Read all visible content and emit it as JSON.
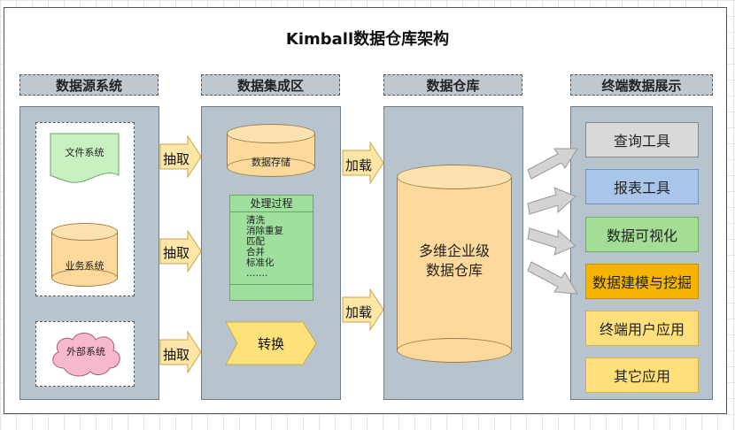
{
  "title": "Kimball数据仓库架构",
  "headers": [
    "数据源系统",
    "数据集成区",
    "数据仓库",
    "终端数据展示"
  ],
  "sources": {
    "file": "文件系统",
    "business": "业务系统",
    "external": "外部系统"
  },
  "extract_label": "抽取",
  "storage_label": "数据存储",
  "process": {
    "title": "处理过程",
    "items": [
      "清洗",
      "消除重复",
      "匹配",
      "合并",
      "标准化",
      "……."
    ]
  },
  "transform_label": "转换",
  "load_label": "加载",
  "warehouse": {
    "line1": "多维企业级",
    "line2": "数据仓库"
  },
  "apps": [
    {
      "label": "查询工具",
      "color": "#d9d9d9",
      "border": "#8a8a8a"
    },
    {
      "label": "报表工具",
      "color": "#a9c6ea",
      "border": "#6f93c2"
    },
    {
      "label": "数据可视化",
      "color": "#a4de96",
      "border": "#6fb05f"
    },
    {
      "label": "数据建模与挖掘",
      "color": "#f5b400",
      "border": "#c68d00"
    },
    {
      "label": "终端用户应用",
      "color": "#ffe07a",
      "border": "#d4b14a"
    },
    {
      "label": "其它应用",
      "color": "#ffe07a",
      "border": "#d4b14a"
    }
  ]
}
